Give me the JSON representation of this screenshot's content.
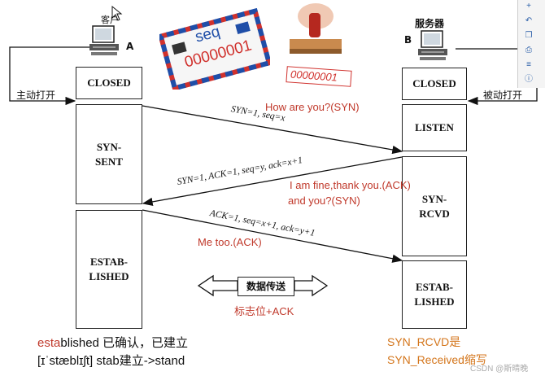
{
  "client": {
    "name": "客户",
    "letter": "A",
    "action": "主动打开"
  },
  "server": {
    "name": "服务器",
    "letter": "B",
    "action": "被动打开"
  },
  "client_states": [
    "CLOSED",
    "SYN-\nSENT",
    "ESTAB-\nLISHED"
  ],
  "server_states": [
    "CLOSED",
    "LISTEN",
    "SYN-\nRCVD",
    "ESTAB-\nLISHED"
  ],
  "messages": {
    "syn": "SYN=1, seq=x",
    "syn_ack": "SYN=1, ACK=1, seq=y, ack=x+1",
    "ack": "ACK=1, seq=x+1, ack=y+1"
  },
  "annotations": {
    "syn_note": "How are you?(SYN)",
    "syn_ack_note_1": "I am fine,thank you.(ACK)",
    "syn_ack_note_2": "and you?(SYN)",
    "ack_note": "Me too.(ACK)",
    "transfer_label": "数据传送",
    "flag_note": "标志位+ACK"
  },
  "envelope": {
    "word": "seq",
    "number": "00000001"
  },
  "stamp": {
    "number": "00000001"
  },
  "bottom": {
    "established_prefix": "esta",
    "established_rest": "blished 已确认，已建立",
    "phonetic": "[ɪˈstæblɪʃt]    stab建立->stand",
    "syn_rcvd_1": "SYN_RCVD是",
    "syn_rcvd_2": "SYN_Received缩写"
  },
  "watermark": "CSDN @斯晴晚",
  "colors": {
    "red": "#c0392b",
    "orange": "#d4761c",
    "envelope_red": "#d0312d",
    "envelope_blue": "#1f4ea8"
  }
}
